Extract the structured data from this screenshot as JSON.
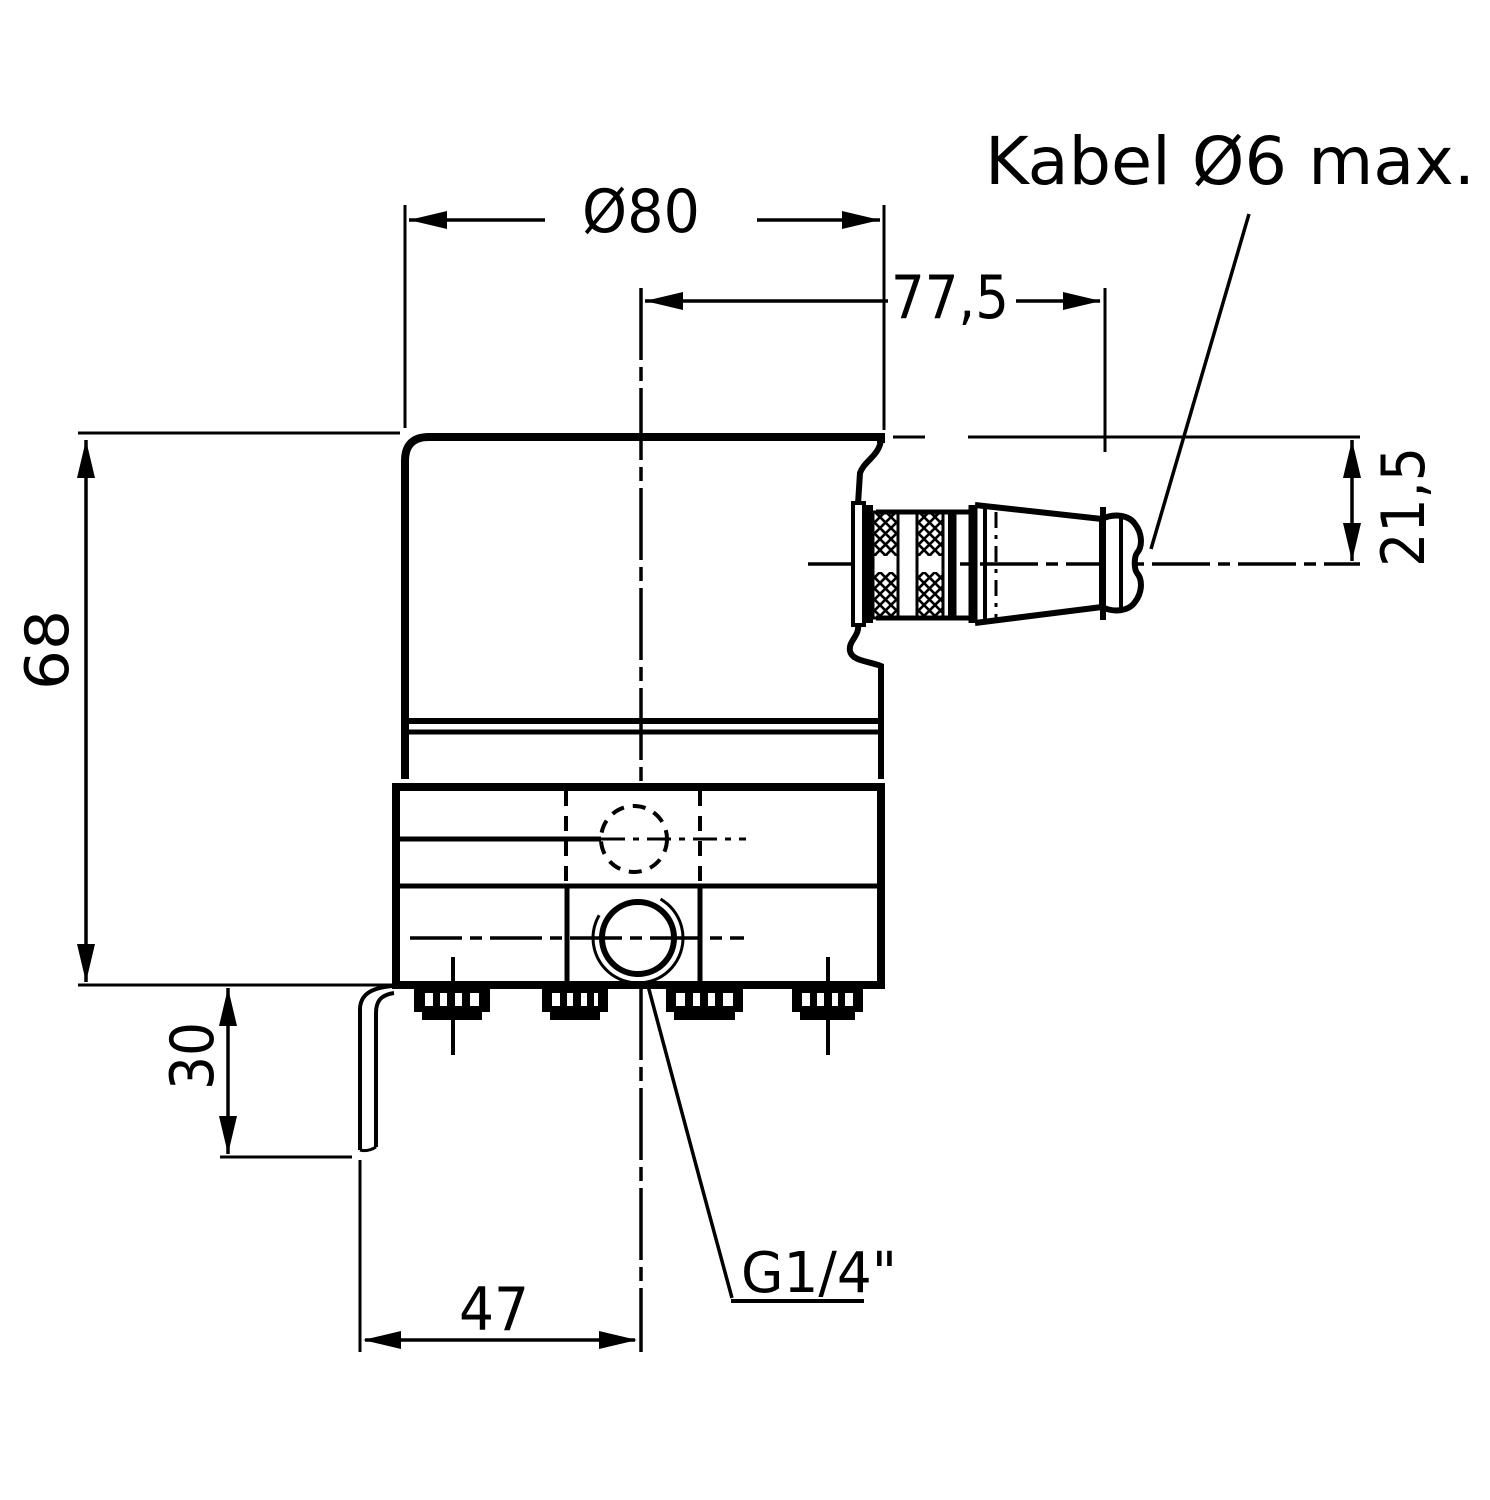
{
  "drawing": {
    "title": "pressure-switch side view technical drawing",
    "line_color": "#000000",
    "background": "#ffffff",
    "labels": {
      "cable": "Kabel Ø6 max.",
      "port_thread": "G1/4\""
    },
    "dimensions": {
      "outer_diameter": "Ø80",
      "center_to_connector": "77,5",
      "connector_offset": "21,5",
      "body_height": "68",
      "bracket_depth": "30",
      "port_distance": "47"
    }
  }
}
